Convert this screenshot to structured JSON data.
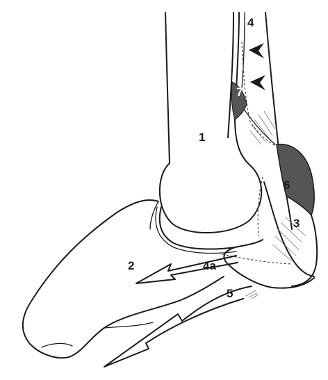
{
  "labels": {
    "one": "1",
    "two": "2",
    "three": "3",
    "four": "4",
    "four_a": "4a",
    "five": "5",
    "six": "6",
    "seven": "7"
  },
  "colors": {
    "line": "#1a1a1a",
    "dark_shading": "#555555",
    "background": "#ffffff"
  }
}
